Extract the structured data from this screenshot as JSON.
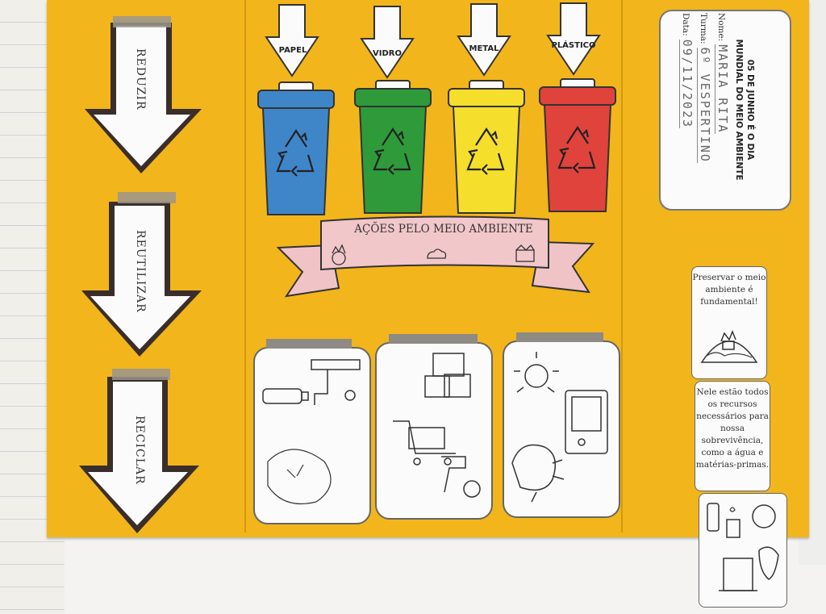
{
  "arrows": {
    "reduzir": "REDUZIR",
    "reutilizar": "REUTILIZAR",
    "reciclar": "RECICLAR"
  },
  "categories": {
    "papel": "PAPEL",
    "vidro": "VIDRO",
    "metal": "METAL",
    "plastico": "PLÁSTICO"
  },
  "bin_colors": {
    "papel": "#3f86c9",
    "vidro": "#2f9a3a",
    "metal": "#f5de2c",
    "plastico": "#e0433c"
  },
  "banner": {
    "title": "AÇÕES PELO MEIO AMBIENTE"
  },
  "info": {
    "title_line1": "05 DE JUNHO É O DIA",
    "title_line2": "MUNDIAL DO MEIO AMBIENTE",
    "name_label": "Nome:",
    "name_value": "MARIA RITA",
    "class_label": "Turma:",
    "class_value": "6º VESPERTINO",
    "date_label": "Data:",
    "date_value": "09/11/2023"
  },
  "side_cards": {
    "preserve_line1": "Preservar o meio",
    "preserve_line2": "ambiente é",
    "preserve_line3": "fundamental!",
    "resources_line1": "Nele estão todos",
    "resources_line2": "os recursos",
    "resources_line3": "necessários para",
    "resources_line4": "nossa",
    "resources_line5": "sobrevivência,",
    "resources_line6": "como a água e",
    "resources_line7": "matérias-primas."
  },
  "icons": [
    "recycle-icon",
    "bottle-icon",
    "faucet-icon",
    "trash-icon",
    "shopping-bag-icon",
    "shopping-cart-icon",
    "coin-hand-icon",
    "light-bulb-icon",
    "computer-icon",
    "brain-icon",
    "planet-icon",
    "water-icon",
    "orange-icon",
    "strawberry-icon",
    "cake-icon",
    "factory-icon"
  ]
}
